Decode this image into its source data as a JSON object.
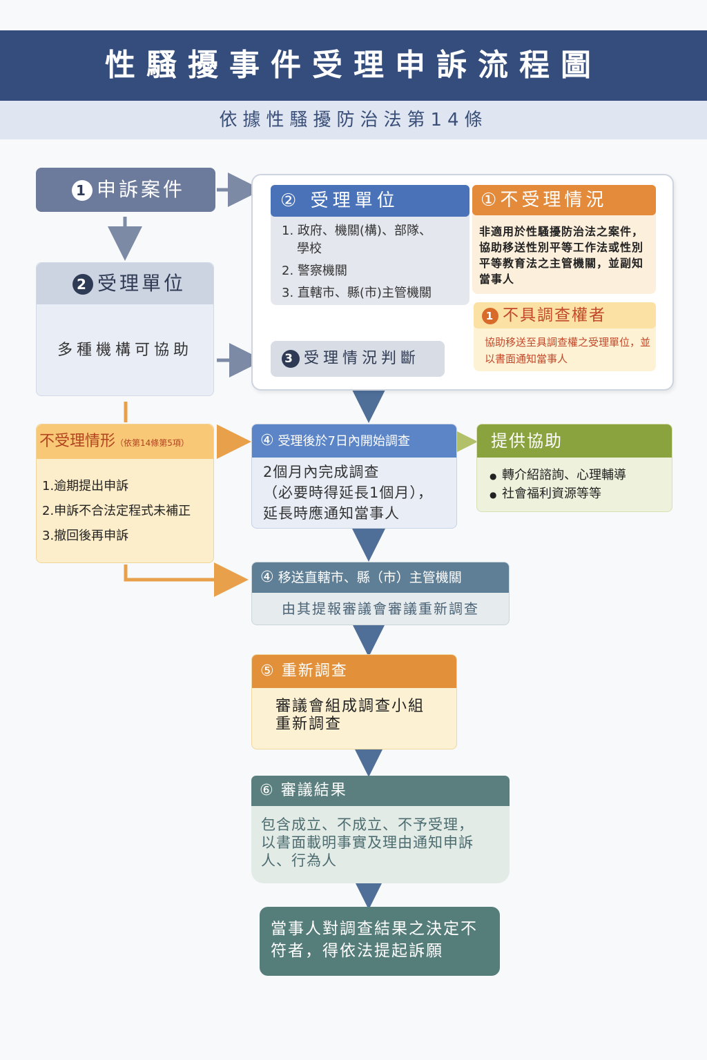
{
  "title": "性騷擾事件受理申訴流程圖",
  "subtitle": "依據性騷擾防治法第14條",
  "left": {
    "complaint": {
      "num": "1",
      "label": "申訴案件"
    },
    "unit": {
      "num": "2",
      "label": "受理單位",
      "body": "多種機構可協助"
    },
    "rejection": {
      "title": "不受理情形",
      "note": "（依第14條第5項）",
      "items": [
        "1.逾期提出申訴",
        "2.申訴不合法定程式未補正",
        "3.撤回後再申訴"
      ]
    }
  },
  "panel": {
    "unit": {
      "num": "②",
      "label": "受理單位",
      "items": [
        "1. 政府、機關(構)、部隊、",
        "學校",
        "2. 警察機關",
        "3. 直轄市、縣(市)主管機關"
      ]
    },
    "judge": {
      "num": "3",
      "label": "受理情況判斷"
    },
    "not_accept": {
      "num": "①",
      "label": "不受理情況",
      "body": "非適用於性騷擾防治法之案件，協助移送性別平等工作法或性別平等教育法之主管機關，並副知當事人"
    },
    "no_authority": {
      "num": "1",
      "label": "不具調查權者",
      "body": "協助移送至具調查權之受理單位，並以書面通知當事人"
    }
  },
  "steps": {
    "investigate": {
      "num": "④",
      "label": "受理後於7日內開始調查",
      "body": [
        "2個月內完成調查",
        "（必要時得延長1個月），",
        "延長時應通知當事人"
      ]
    },
    "assist": {
      "label": "提供協助",
      "items": [
        "轉介紹諮詢、心理輔導",
        "社會福利資源等等"
      ]
    },
    "transfer": {
      "num": "④",
      "label": "移送直轄市、縣（市）主管機關",
      "body": "由其提報審議會審議重新調查"
    },
    "reinvestigate": {
      "num": "⑤",
      "label": "重新調查",
      "body": [
        "審議會組成調查小組",
        "重新調查"
      ]
    },
    "result": {
      "num": "⑥",
      "label": "審議結果",
      "body": [
        "包含成立、不成立、不予受理，",
        "以書面載明事實及理由通知申訴",
        "人、行為人"
      ]
    },
    "appeal": {
      "body": [
        "當事人對調查結果之決定不",
        "符者，得依法提起訴願"
      ]
    }
  },
  "colors": {
    "navy": "#344d7c",
    "blue": "#4a72b8",
    "orange": "#e2913a",
    "green": "#8aa33f",
    "teal": "#5a7f7e",
    "slate": "#5f7f96"
  }
}
